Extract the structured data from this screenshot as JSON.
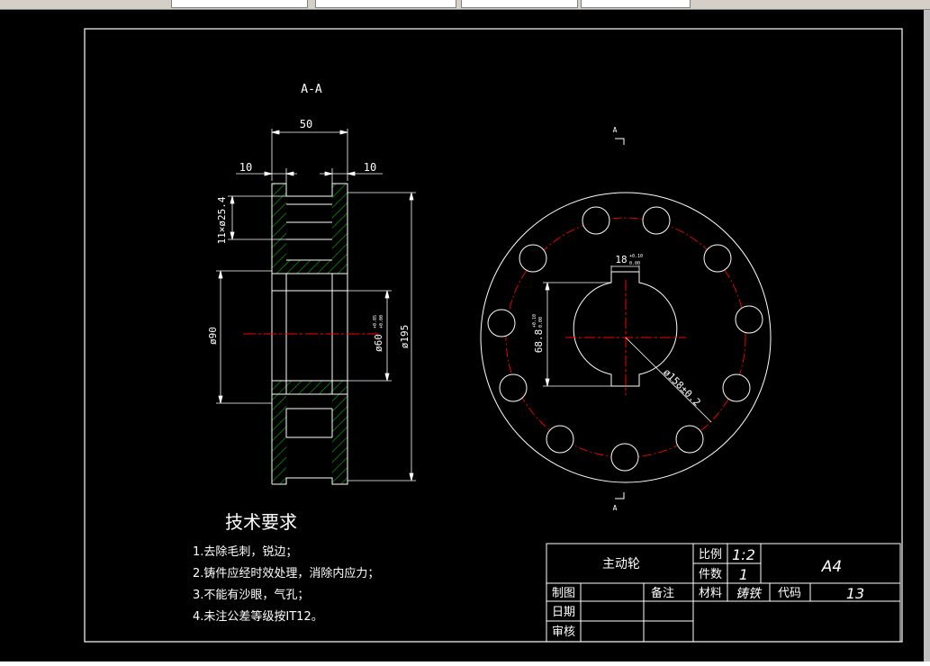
{
  "tabs": [
    "",
    "",
    "",
    ""
  ],
  "drawing": {
    "section_label": "A-A",
    "dims": {
      "width_50": "50",
      "left_10": "10",
      "right_10": "10",
      "holes": "11×ø25.4",
      "dia_90": "ø90",
      "dia_60_base": "ø60",
      "dia_60_tol_upper": "+0.05",
      "dia_60_tol_lower": "+0.00",
      "dia_195": "ø195",
      "key_18_base": "18",
      "key_18_tol_upper": "+0.10",
      "key_18_tol_lower": "0.00",
      "dim_68_base": "68.8",
      "dim_68_tol_upper": "+0.10",
      "dim_68_tol_lower": "0.00",
      "pcd": "ø158±0.2",
      "cut_top": "A",
      "cut_bottom": "A"
    },
    "tech_title": "技术要求",
    "tech_items": [
      "1.去除毛刺，锐边；",
      "2.铸件应经时效处理，消除内应力；",
      "3.不能有沙眼，气孔；",
      "4.未注公差等级按IT12。"
    ],
    "title_block": {
      "part_name": "主动轮",
      "scale_label": "比例",
      "scale_value": "1:2",
      "qty_label": "件数",
      "qty_value": "1",
      "sheet_size": "A4",
      "drawn_label": "制图",
      "remark_label": "备注",
      "material_label": "材料",
      "material_value": "铸铁",
      "code_label": "代码",
      "code_value": "13",
      "date_label": "日期",
      "check_label": "审核"
    }
  },
  "colors": {
    "background": "#000000",
    "line": "#ffffff",
    "centerline": "#ff0000",
    "hatch": "#00a000"
  }
}
